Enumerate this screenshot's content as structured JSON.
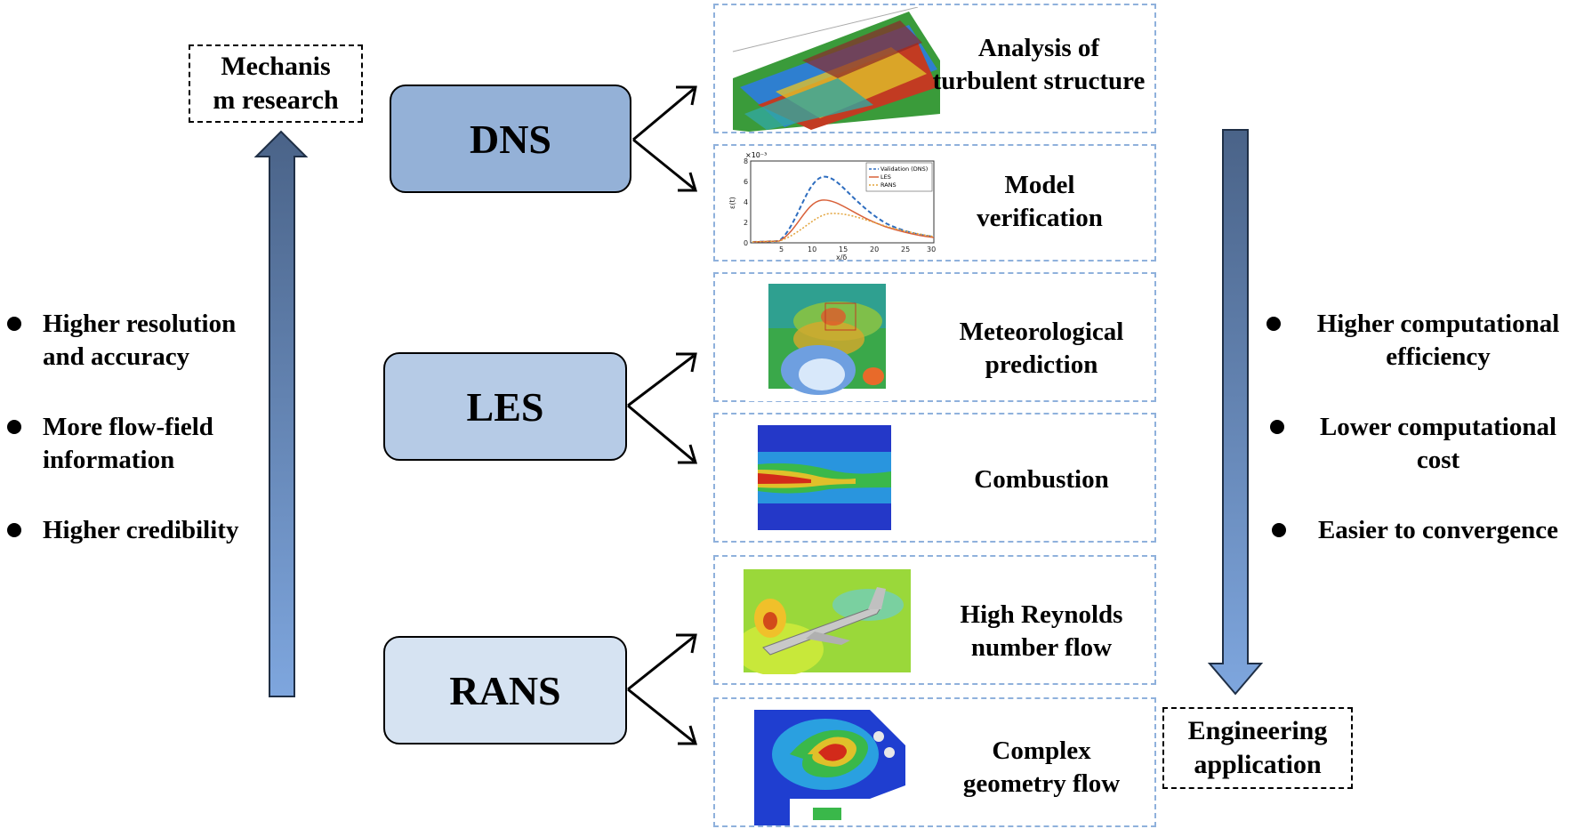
{
  "left_box": {
    "line1": "Mechanis",
    "line2": "m research"
  },
  "right_box": {
    "line1": "Engineering",
    "line2": "application"
  },
  "methods": [
    {
      "label": "DNS",
      "color": "#94b1d7"
    },
    {
      "label": "LES",
      "color": "#b6cbe6"
    },
    {
      "label": "RANS",
      "color": "#d6e3f2"
    }
  ],
  "panels": [
    {
      "line1": "Analysis of",
      "line2": "turbulent structure"
    },
    {
      "line1": "Model",
      "line2": "verification"
    },
    {
      "line1": "Meteorological",
      "line2": "prediction"
    },
    {
      "line1": "Combustion",
      "line2": ""
    },
    {
      "line1": "High Reynolds",
      "line2": "number flow"
    },
    {
      "line1": "Complex",
      "line2": "geometry flow"
    }
  ],
  "left_bullets": [
    {
      "line1": "Higher resolution",
      "line2": "and accuracy"
    },
    {
      "line1": "More flow-field",
      "line2": "information"
    },
    {
      "line1": "Higher credibility",
      "line2": ""
    }
  ],
  "right_bullets": [
    {
      "line1": "Higher computational",
      "line2": "efficiency"
    },
    {
      "line1": "Lower computational",
      "line2": "cost"
    },
    {
      "line1": "Easier to convergence",
      "line2": ""
    }
  ],
  "mini_chart": {
    "exponent_label": "×10⁻³",
    "legend": [
      "Validation (DNS)",
      "LES",
      "RANS"
    ],
    "x_ticks": [
      "5",
      "10",
      "15",
      "20",
      "25",
      "30"
    ],
    "y_ticks": [
      "0",
      "2",
      "4",
      "6",
      "8"
    ],
    "xlabel": "x/δ",
    "ylabel": "ε(t)"
  },
  "colors": {
    "arrow_dark": "#4a6388",
    "arrow_light": "#7ea6de",
    "panel_border": "#8fb1dc"
  }
}
